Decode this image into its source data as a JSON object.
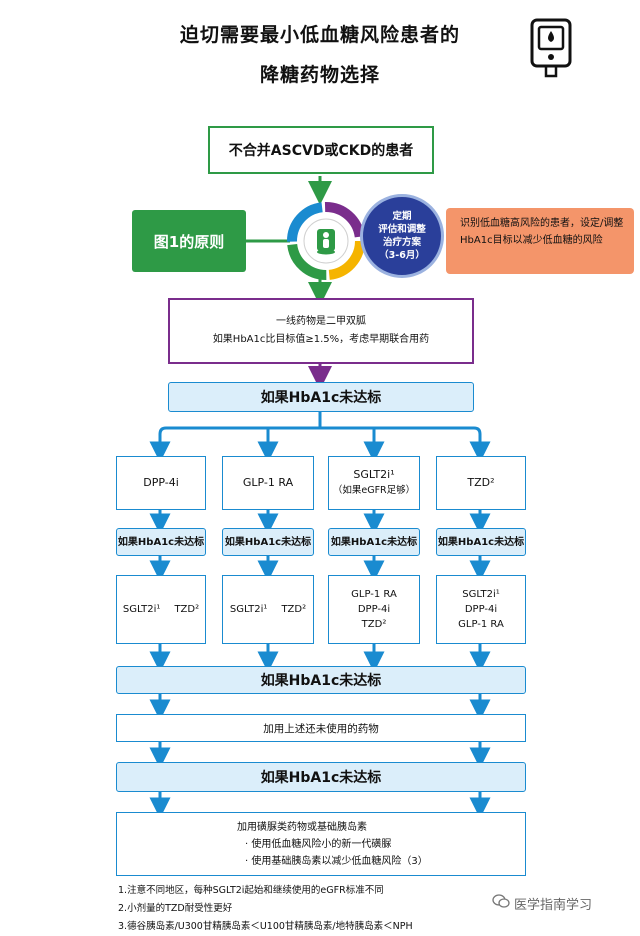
{
  "title": {
    "line1": "迫切需要最小低血糖风险患者的",
    "line2": "降糖药物选择"
  },
  "top_box": "不合并ASCVD或CKD的患者",
  "principle_label": "图1的原则",
  "review_circle": {
    "line1": "定期",
    "line2": "评估和调整",
    "line3": "治疗方案",
    "line4": "（3-6月）"
  },
  "hypo_risk_text": "识别低血糖高风险的患者，设定/调整HbA1c目标以减少低血糖的风险",
  "first_line": {
    "line1": "一线药物是二甲双胍",
    "line2": "如果HbA1c比目标值≥1.5%，考虑早期联合用药"
  },
  "not_reached": "如果HbA1c未达标",
  "options": [
    {
      "label": "DPP-4i",
      "sub": ""
    },
    {
      "label": "GLP-1 RA",
      "sub": ""
    },
    {
      "label": "SGLT2i¹",
      "sub": "（如果eGFR足够）"
    },
    {
      "label": "TZD²",
      "sub": ""
    }
  ],
  "second_options": [
    [
      "SGLT2i¹",
      "TZD²"
    ],
    [
      "SGLT2i¹",
      "TZD²"
    ],
    [
      "GLP-1 RA",
      "DPP-4i",
      "TZD²"
    ],
    [
      "SGLT2i¹",
      "DPP-4i",
      "GLP-1 RA"
    ]
  ],
  "add_unused": "加用上述还未使用的药物",
  "final_box": {
    "line1": "加用磺脲类药物或基础胰岛素",
    "bullet1": "使用低血糖风险小的新一代磺脲",
    "bullet2": "使用基础胰岛素以减少低血糖风险（3）"
  },
  "notes": [
    "1.注意不同地区，每种SGLT2i起始和继续使用的eGFR标准不同",
    "2.小剂量的TZD耐受性更好",
    "3.德谷胰岛素/U300甘精胰岛素＜U100甘精胰岛素/地特胰岛素＜NPH"
  ],
  "watermark": "医学指南学习",
  "colors": {
    "green": "#2e9a46",
    "purple": "#7a2d8c",
    "blue": "#1a8bd0",
    "orange": "#f4956a",
    "light_blue": "#dbeefa"
  },
  "icons": [
    "glucose-meter-icon",
    "person-icon",
    "wechat-icon"
  ]
}
